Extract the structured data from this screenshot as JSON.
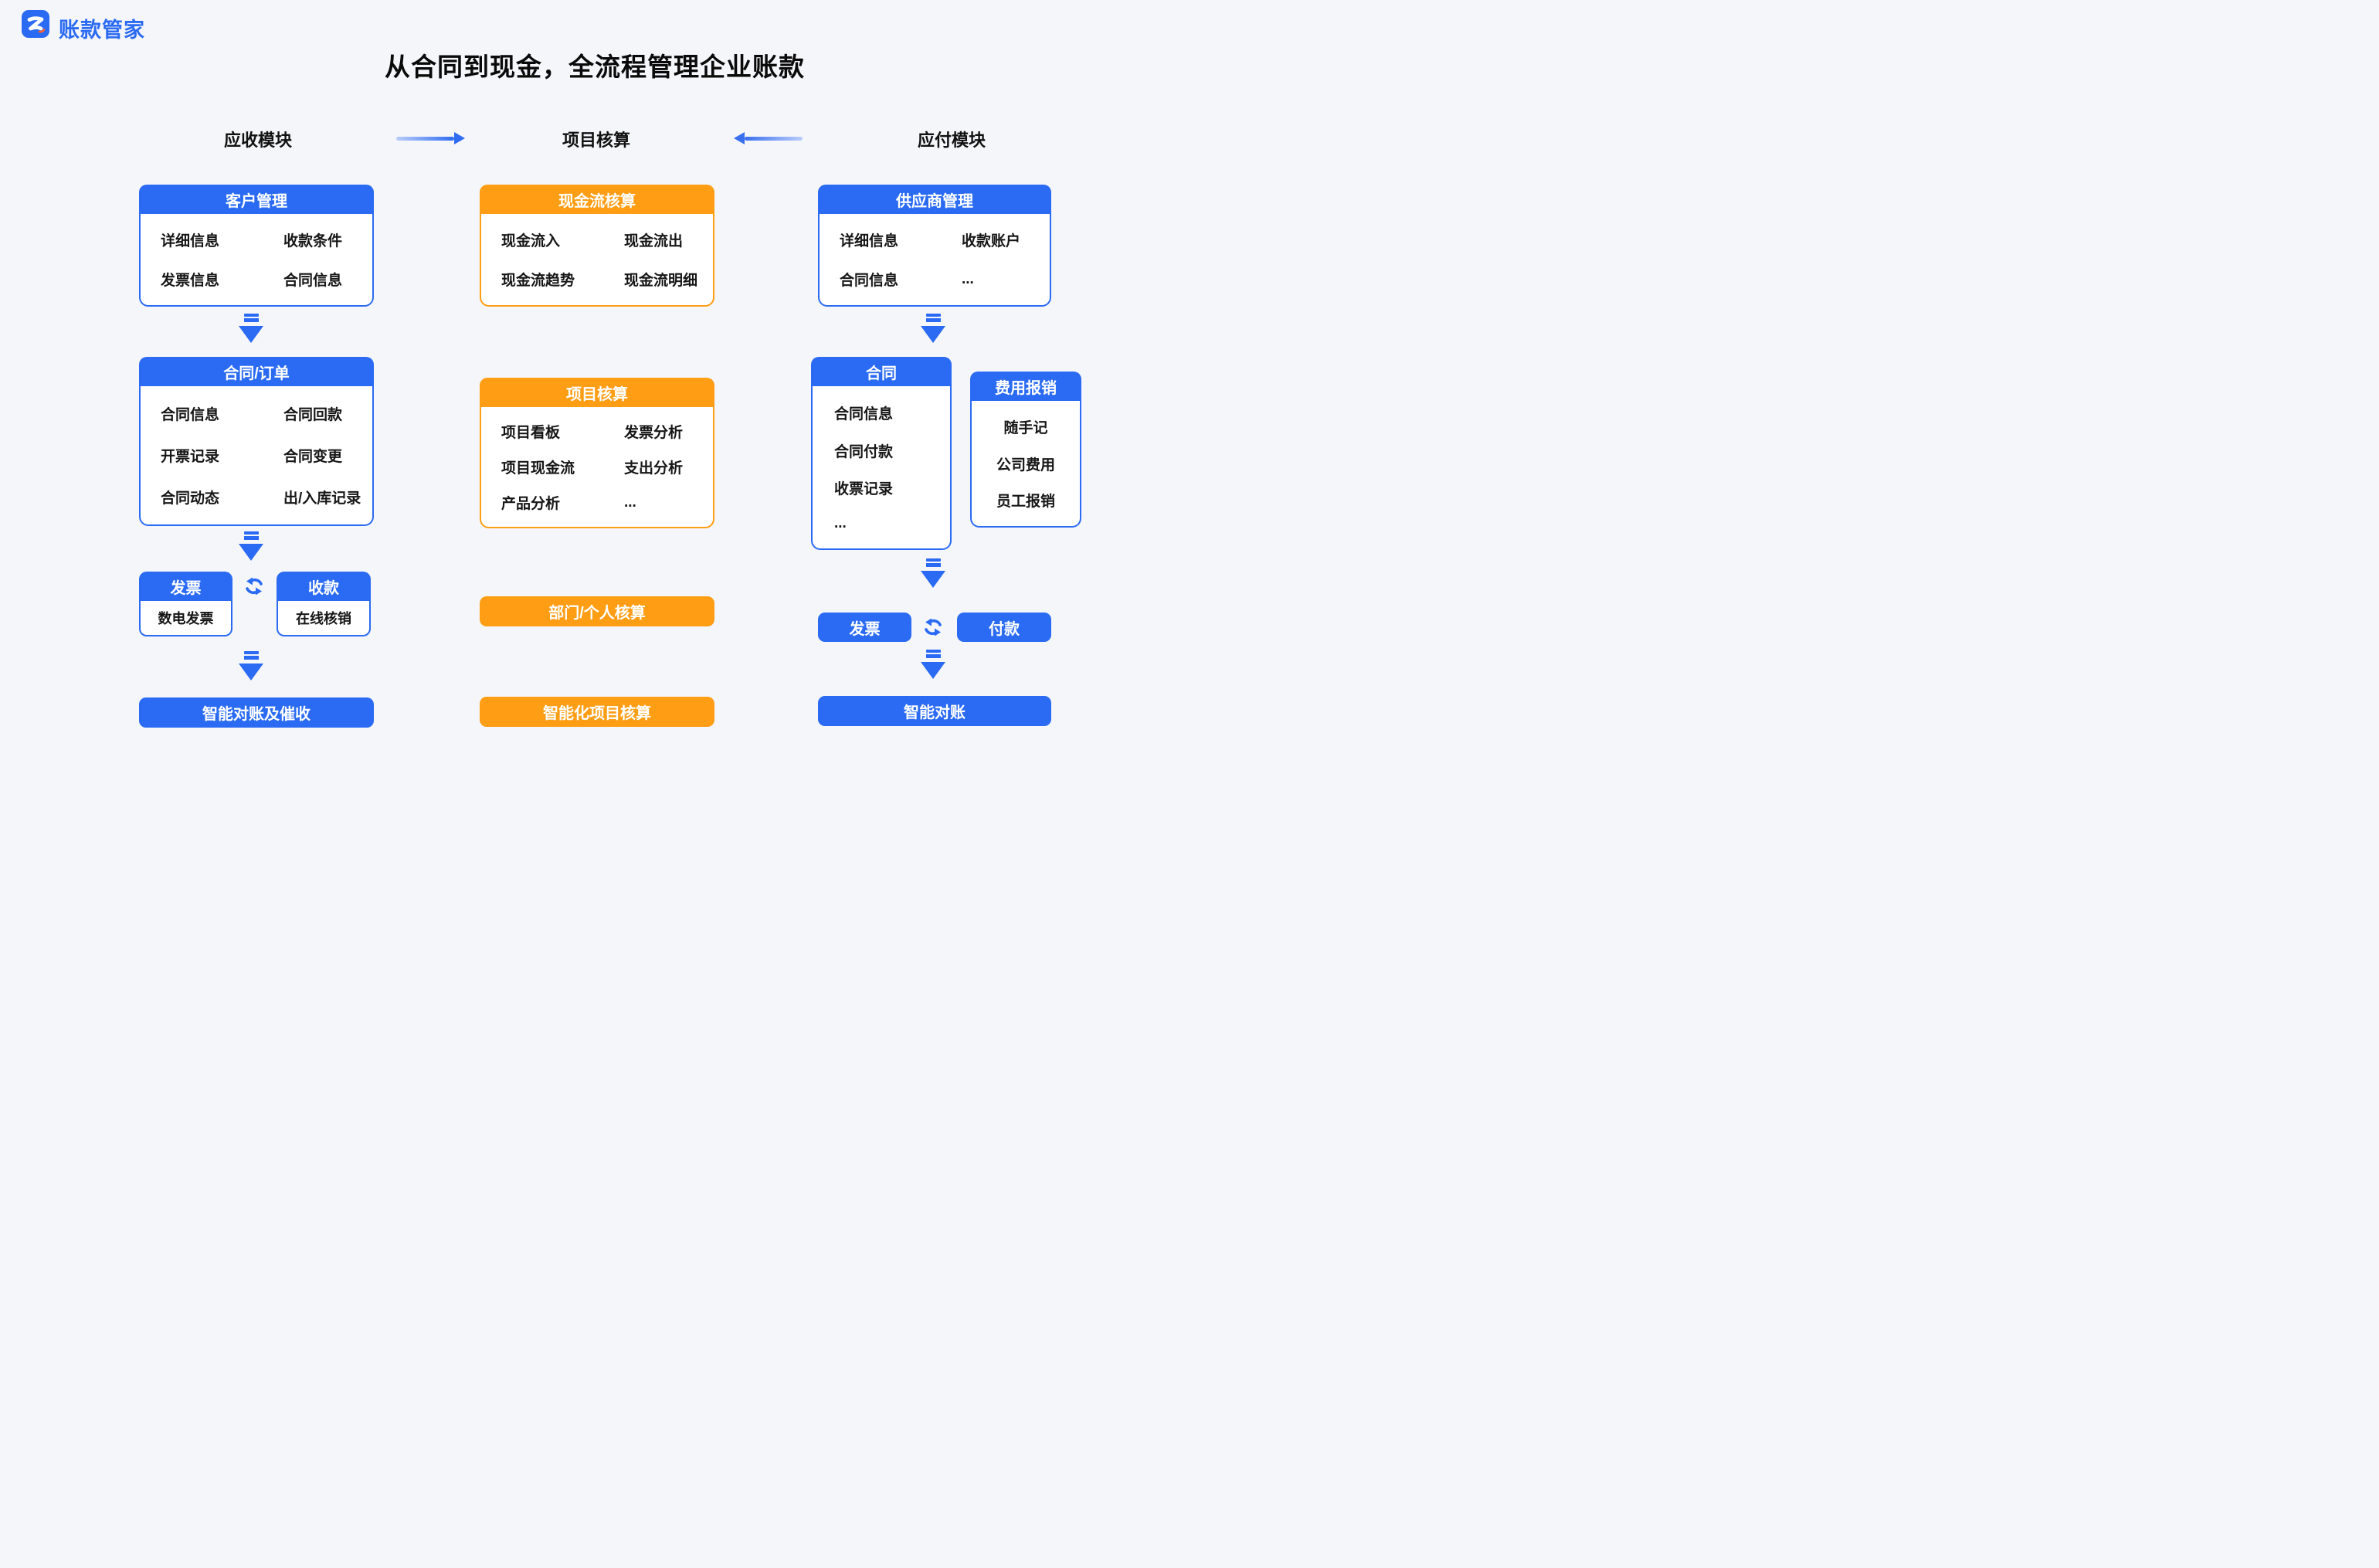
{
  "colors": {
    "blue": "#2B6BF3",
    "orange": "#FF9E15",
    "background": "#F5F6FA",
    "arrow_light": "#B9CDFA",
    "arrow_dark": "#3A70F0",
    "title_color": "#0A0A0A",
    "item_color": "#161616"
  },
  "brand": {
    "name": "账款管家"
  },
  "title": "从合同到现金，全流程管理企业账款",
  "col_headers": {
    "receivable": "应收模块",
    "accounting": "项目核算",
    "payable": "应付模块"
  },
  "receivable": {
    "customer": {
      "title": "客户管理",
      "items": [
        "详细信息",
        "收款条件",
        "发票信息",
        "合同信息"
      ]
    },
    "contract_order": {
      "title": "合同/订单",
      "items": [
        "合同信息",
        "合同回款",
        "开票记录",
        "合同变更",
        "合同动态",
        "出/入库记录"
      ]
    },
    "invoice": {
      "title": "发票",
      "item": "数电发票"
    },
    "collection": {
      "title": "收款",
      "item": "在线核销"
    },
    "bottom_bar": "智能对账及催收"
  },
  "accounting": {
    "cashflow": {
      "title": "现金流核算",
      "items": [
        "现金流入",
        "现金流出",
        "现金流趋势",
        "现金流明细"
      ]
    },
    "project": {
      "title": "项目核算",
      "items": [
        "项目看板",
        "发票分析",
        "项目现金流",
        "支出分析",
        "产品分析",
        "..."
      ]
    },
    "dept_bar": "部门/个人核算",
    "smart_bar": "智能化项目核算"
  },
  "payable": {
    "supplier": {
      "title": "供应商管理",
      "items": [
        "详细信息",
        "收款账户",
        "合同信息",
        "..."
      ]
    },
    "contract": {
      "title": "合同",
      "items": [
        "合同信息",
        "合同付款",
        "收票记录",
        "..."
      ]
    },
    "expense": {
      "title": "费用报销",
      "items": [
        "随手记",
        "公司费用",
        "员工报销"
      ]
    },
    "invoice_label": "发票",
    "payment_label": "付款",
    "bottom_bar": "智能对账"
  }
}
